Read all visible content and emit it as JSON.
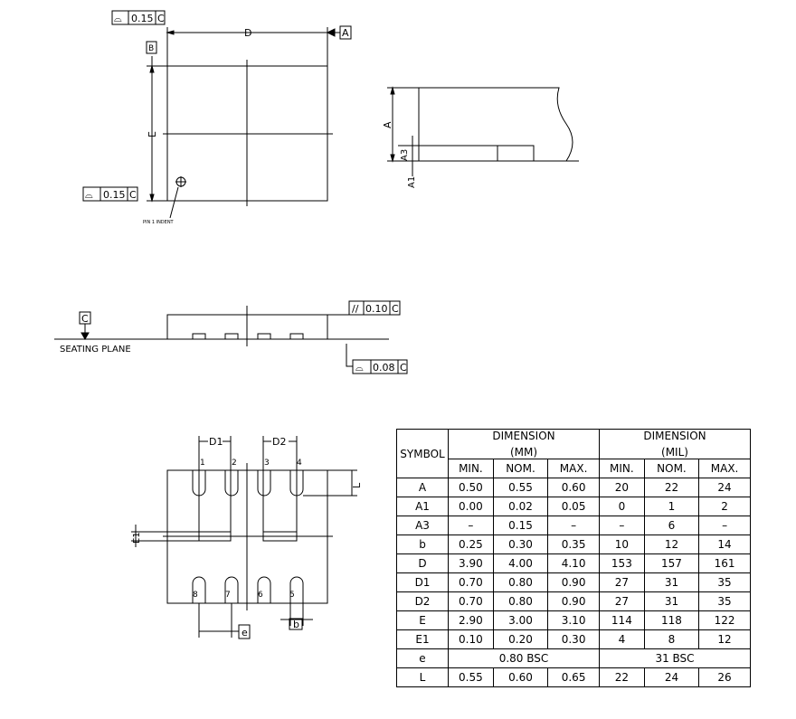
{
  "top_view": {
    "flatness_top": {
      "symbol": "⌓",
      "value": "0.15",
      "datum": "C"
    },
    "flatness_left": {
      "symbol": "⌓",
      "value": "0.15",
      "datum": "C"
    },
    "dim_D": "D",
    "dim_E": "E",
    "datum_A": "A",
    "datum_B": "B",
    "pin1_note": "PIN 1 INDENT"
  },
  "side_view": {
    "dim_A": "A",
    "dim_A3": "A3",
    "dim_A1": "A1"
  },
  "front_view": {
    "datum_C": "C",
    "seating_plane": "SEATING PLANE",
    "parallelism": {
      "symbol": "//",
      "value": "0.10",
      "datum": "C"
    },
    "flatness": {
      "symbol": "⌓",
      "value": "0.08",
      "datum": "C"
    }
  },
  "bottom_view": {
    "dim_D1": "D1",
    "dim_D2": "D2",
    "dim_L": "L",
    "dim_E1": "E1",
    "dim_e": "e",
    "dim_b": "b",
    "pins_top": [
      "1",
      "2",
      "3",
      "4"
    ],
    "pins_bottom": [
      "8",
      "7",
      "6",
      "5"
    ]
  },
  "table": {
    "symbol_header": "SYMBOL",
    "mm_header": "DIMENSION",
    "mm_unit": "(MM)",
    "mil_header": "DIMENSION",
    "mil_unit": "(MIL)",
    "cols": [
      "MIN.",
      "NOM.",
      "MAX.",
      "MIN.",
      "NOM.",
      "MAX."
    ],
    "rows": [
      {
        "sym": "A",
        "v": [
          "0.50",
          "0.55",
          "0.60",
          "20",
          "22",
          "24"
        ]
      },
      {
        "sym": "A1",
        "v": [
          "0.00",
          "0.02",
          "0.05",
          "0",
          "1",
          "2"
        ]
      },
      {
        "sym": "A3",
        "v": [
          "–",
          "0.15",
          "–",
          "–",
          "6",
          "–"
        ]
      },
      {
        "sym": "b",
        "v": [
          "0.25",
          "0.30",
          "0.35",
          "10",
          "12",
          "14"
        ]
      },
      {
        "sym": "D",
        "v": [
          "3.90",
          "4.00",
          "4.10",
          "153",
          "157",
          "161"
        ]
      },
      {
        "sym": "D1",
        "v": [
          "0.70",
          "0.80",
          "0.90",
          "27",
          "31",
          "35"
        ]
      },
      {
        "sym": "D2",
        "v": [
          "0.70",
          "0.80",
          "0.90",
          "27",
          "31",
          "35"
        ]
      },
      {
        "sym": "E",
        "v": [
          "2.90",
          "3.00",
          "3.10",
          "114",
          "118",
          "122"
        ]
      },
      {
        "sym": "E1",
        "v": [
          "0.10",
          "0.20",
          "0.30",
          "4",
          "8",
          "12"
        ]
      },
      {
        "sym": "L",
        "v": [
          "0.55",
          "0.60",
          "0.65",
          "22",
          "24",
          "26"
        ]
      }
    ],
    "e_row": {
      "sym": "e",
      "mm": "0.80  BSC",
      "mil": "31  BSC"
    }
  }
}
